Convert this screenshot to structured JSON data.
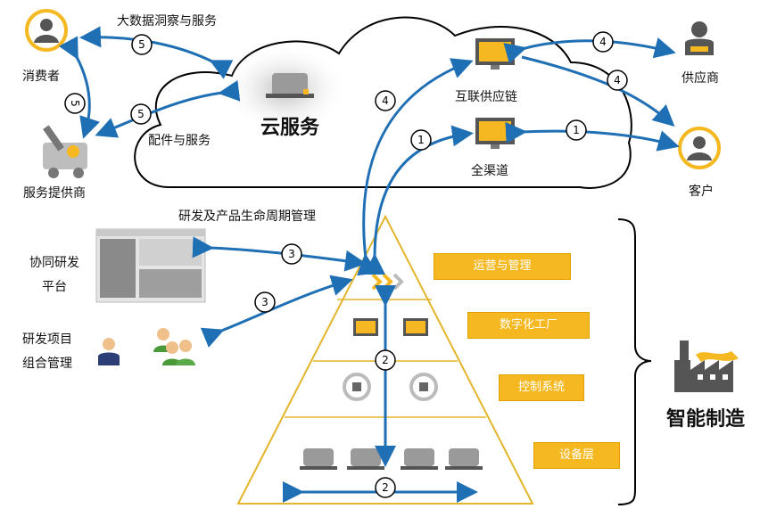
{
  "nodes": {
    "consumer": "消费者",
    "service_provider": "服务提供商",
    "supplier": "供应商",
    "customer": "客户",
    "collab_platform_l1": "协同研发",
    "collab_platform_l2": "平台",
    "rd_portfolio_l1": "研发项目",
    "rd_portfolio_l2": "组合管理"
  },
  "cloud": {
    "title": "云服务",
    "internet_supply_chain": "互联供应链",
    "omnichannel": "全渠道",
    "parts_service": "配件与服务",
    "bigdata_service": "大数据洞察与服务"
  },
  "plm_label": "研发及产品生命周期管理",
  "manufacturing_title": "智能制造",
  "layers": [
    "运营与管理",
    "数字化工厂",
    "控制系统",
    "设备层"
  ],
  "badges": [
    "1",
    "1",
    "2",
    "2",
    "3",
    "3",
    "4",
    "4",
    "4",
    "5",
    "5",
    "5"
  ],
  "colors": {
    "accent": "#f5b820",
    "arrow": "#1f6fb5",
    "line": "#000000"
  }
}
